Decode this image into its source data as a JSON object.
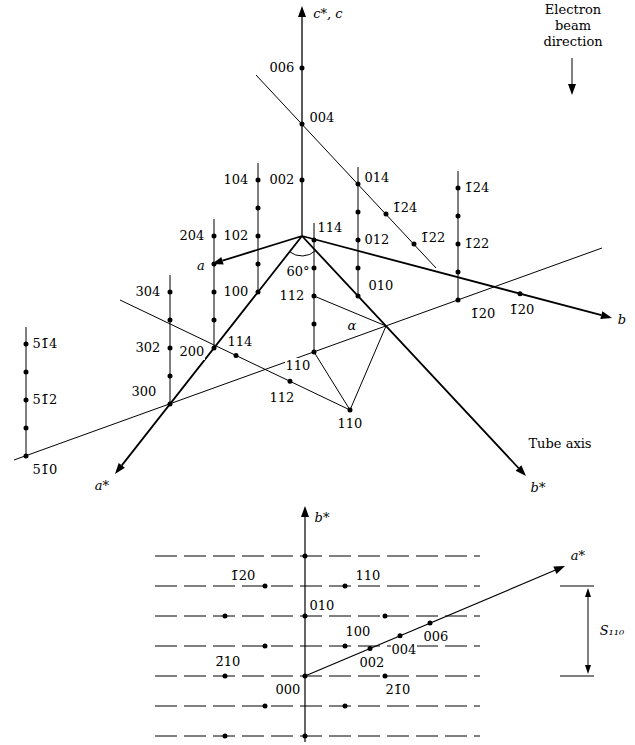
{
  "diagram": {
    "labels": [
      "c*, c",
      "Electron beam direction",
      "006",
      "004",
      "014",
      "002",
      "104",
      "1̄24",
      "1̄24",
      "114",
      "204",
      "102",
      "1̄22",
      "012",
      "1̄22",
      "a",
      "60°",
      "010",
      "100",
      "304",
      "112",
      "1̄20",
      "1̄20",
      "b",
      "α",
      "114",
      "51̄4",
      "302",
      "200",
      "110",
      "300",
      "112",
      "51̄2",
      "110",
      "Tube axis",
      "51̄0",
      "a*",
      "b*",
      "b*",
      "1̄20",
      "110",
      "010",
      "a*",
      "S₁₁₀",
      "100",
      "006",
      "004",
      "002",
      "2̄10",
      "000",
      "21̄0"
    ]
  }
}
